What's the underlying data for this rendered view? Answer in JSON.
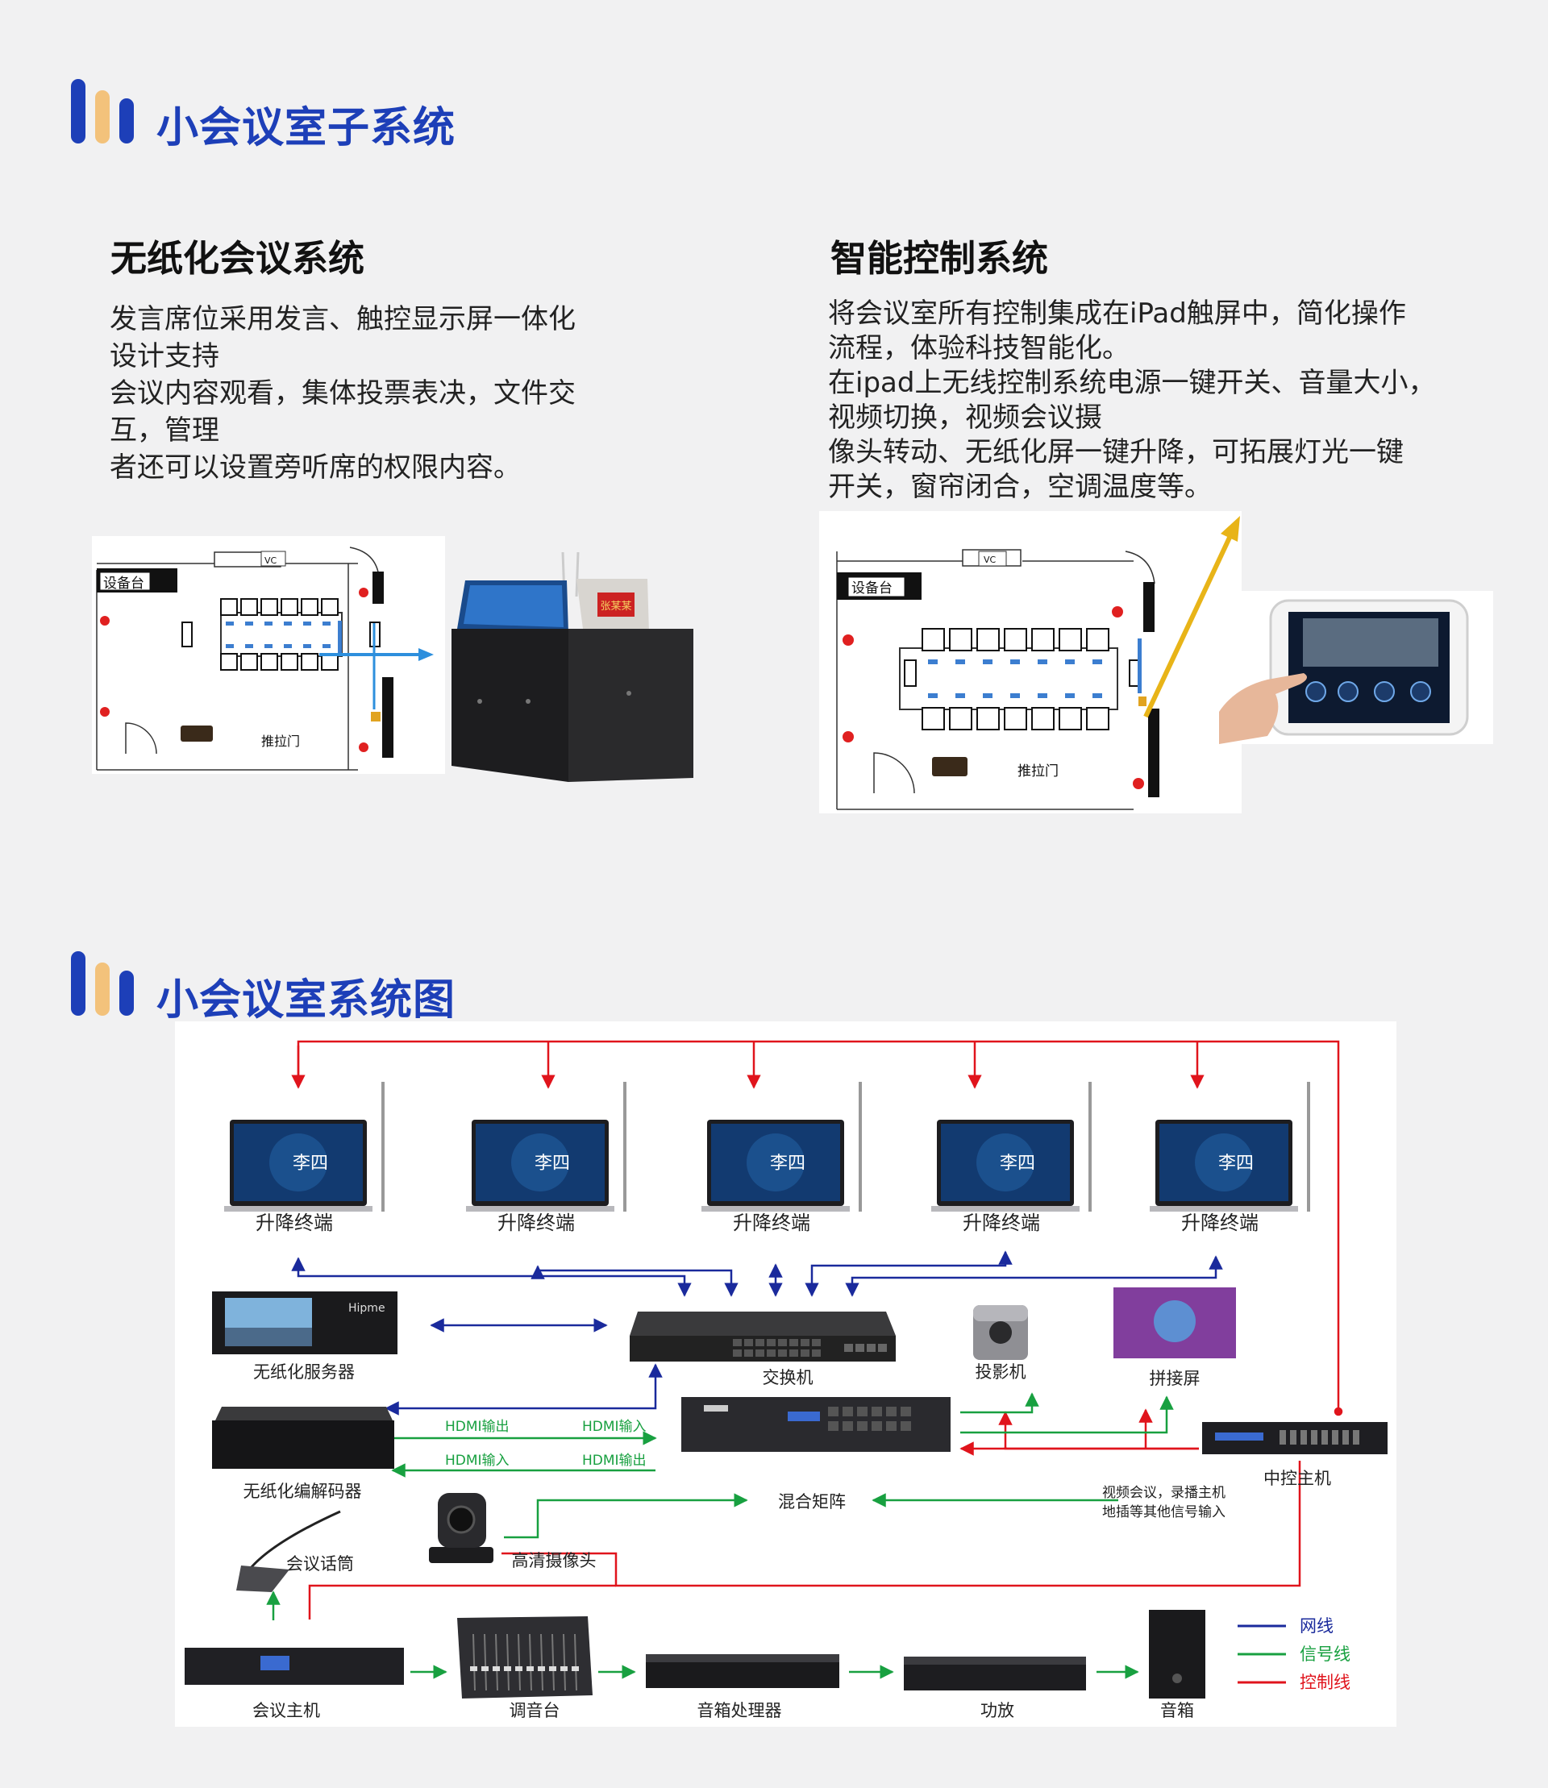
{
  "section1": {
    "title": "小会议室子系统"
  },
  "paperless": {
    "heading": "无纸化会议系统",
    "lines": [
      "发言席位采用发言、触控显示屏一体化",
      "设计支持",
      "会议内容观看，集体投票表决，文件交",
      "互，管理",
      "者还可以设置旁听席的权限内容。"
    ]
  },
  "smart": {
    "heading": "智能控制系统",
    "lines": [
      "将会议室所有控制集成在iPad触屏中，简化操作",
      "流程，体验科技智能化。",
      "在ipad上无线控制系统电源一键开关、音量大小，",
      "视频切换，视频会议摄",
      "像头转动、无纸化屏一键升降，可拓展灯光一键",
      "开关，窗帘闭合，空调温度等。"
    ]
  },
  "floorplan": {
    "equipment": "设备台",
    "door": "推拉门",
    "vc": "VC"
  },
  "screen": {
    "name": "张某某"
  },
  "section2": {
    "title": "小会议室系统图"
  },
  "diagram": {
    "terminal_label": "升降终端",
    "terminal_name": "李四",
    "nodes": {
      "server": "无纸化服务器",
      "switch": "交换机",
      "projector": "投影机",
      "splice": "拼接屏",
      "codec": "无纸化编解码器",
      "matrix": "混合矩阵",
      "control": "中控主机",
      "camera": "高清摄像头",
      "mic": "会议话筒",
      "host": "会议主机",
      "mixer": "调音台",
      "processor": "音箱处理器",
      "amp": "功放",
      "speaker": "音箱"
    },
    "hdmi": {
      "out1": "HDMI输出",
      "in1": "HDMI输入",
      "in2": "HDMI输入",
      "out2": "HDMI输出"
    },
    "note": [
      "视频会议，录播主机",
      "地插等其他信号输入"
    ],
    "brand": "Hipme",
    "legend": [
      {
        "label": "网线",
        "color": "#1a2a9c"
      },
      {
        "label": "信号线",
        "color": "#18a040"
      },
      {
        "label": "控制线",
        "color": "#e0141c"
      }
    ]
  }
}
